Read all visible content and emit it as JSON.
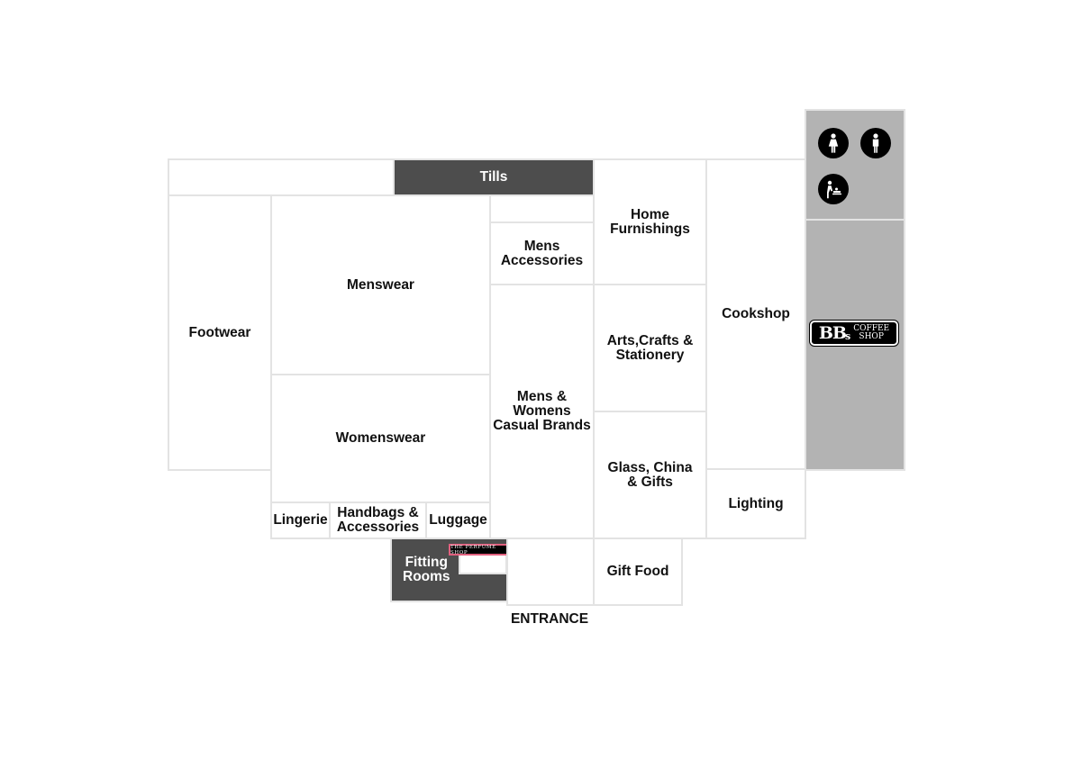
{
  "floorplan": {
    "areas": {
      "tills": "Tills",
      "footwear": "Footwear",
      "menswear": "Menswear",
      "mens_accessories": "Mens\nAccessories",
      "home_furnishings": "Home\nFurnishings",
      "cookshop": "Cookshop",
      "womenswear": "Womenswear",
      "mens_womens_casual": "Mens &\nWomens\nCasual Brands",
      "arts_crafts": "Arts,Crafts &\nStationery",
      "glass_china": "Glass, China\n& Gifts",
      "lighting": "Lighting",
      "lingerie": "Lingerie",
      "handbags": "Handbags &\nAccessories",
      "luggage": "Luggage",
      "fitting_rooms": "Fitting\nRooms",
      "gift_food": "Gift Food"
    },
    "entrance": "ENTRANCE",
    "logos": {
      "coffee_shop": {
        "main": "BB",
        "s": "s",
        "word1": "COFFEE",
        "word2": "SHOP"
      },
      "perfume_shop": "THE PERFUME SHOP"
    },
    "facility_icons": [
      "female-toilet-icon",
      "male-toilet-icon",
      "baby-change-icon"
    ],
    "colors": {
      "dark_area": "#4d4d4d",
      "grey_area": "#b3b3b3",
      "border": "#e3e3e3",
      "perfume_accent": "#e0607e"
    }
  }
}
